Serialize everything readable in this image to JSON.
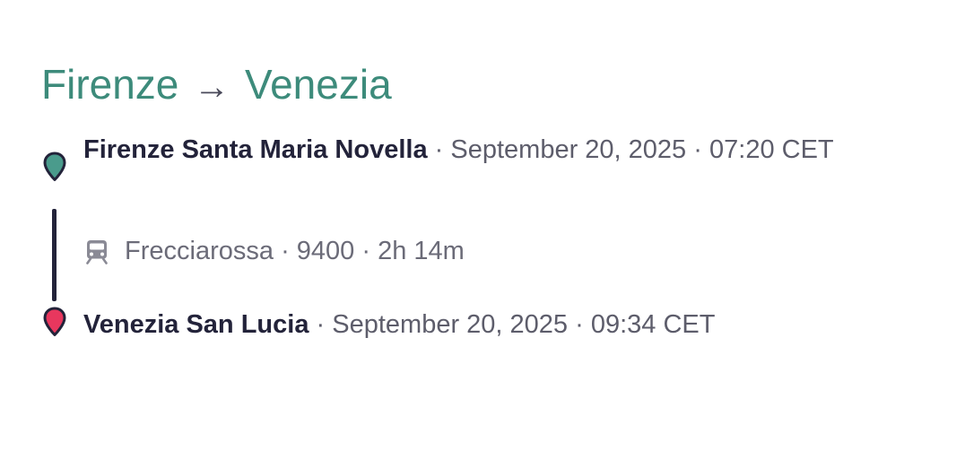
{
  "journey": {
    "from": "Firenze",
    "arrow": "→",
    "to": "Venezia"
  },
  "origin": {
    "station": "Firenze Santa Maria Novella",
    "date": "September 20, 2025",
    "time": "07:20 CET",
    "pin_color": "#4a9b8c",
    "icon": "map-pin-icon"
  },
  "leg": {
    "operator": "Frecciarossa",
    "train_number": "9400",
    "duration": "2h 14m",
    "icon": "train-icon"
  },
  "destination": {
    "station": "Venezia San Lucia",
    "date": "September 20, 2025",
    "time": "09:34 CET",
    "pin_color": "#e8375e",
    "icon": "map-pin-icon"
  },
  "separator": "·"
}
